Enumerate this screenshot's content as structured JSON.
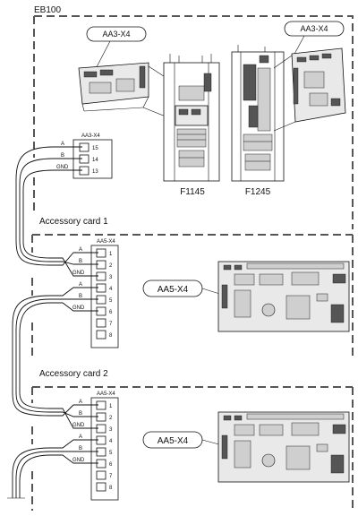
{
  "diagram": {
    "outer_label": "EB100",
    "callouts": {
      "top_left": "AA3-X4",
      "top_right": "AA3-X4",
      "card1": "AA5-X4",
      "card2": "AA5-X4"
    },
    "products": [
      "F1145",
      "F1245"
    ],
    "aa3_block": {
      "title": "AA3-X4",
      "wires": [
        "A",
        "B",
        "GND"
      ],
      "terminals": [
        "15",
        "14",
        "13"
      ]
    },
    "accessory_cards": [
      {
        "title": "Accessory card 1",
        "block_title": "AA5-X4",
        "terminals": [
          "1",
          "2",
          "3",
          "4",
          "5",
          "6",
          "7",
          "8"
        ],
        "wires_in": [
          "A",
          "B",
          "GND"
        ],
        "wires_out": [
          "A",
          "B",
          "GND"
        ]
      },
      {
        "title": "Accessory card 2",
        "block_title": "AA5-X4",
        "terminals": [
          "1",
          "2",
          "3",
          "4",
          "5",
          "6",
          "7",
          "8"
        ],
        "wires_in": [
          "A",
          "B",
          "GND"
        ],
        "wires_out": [
          "A",
          "B",
          "GND"
        ]
      }
    ]
  }
}
